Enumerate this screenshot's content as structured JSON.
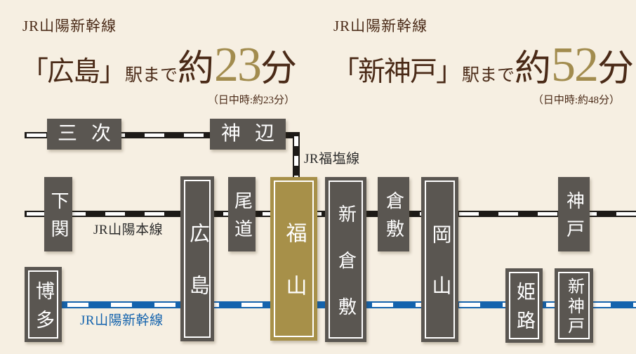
{
  "headers": {
    "left": {
      "line_name": "JR山陽新幹線",
      "station": "「広島」",
      "to": "駅まで",
      "approx": "約",
      "minutes": "23",
      "unit": "分",
      "note": "（日中時:約23分）"
    },
    "right": {
      "line_name": "JR山陽新幹線",
      "station": "「新神戸」",
      "to": "駅まで",
      "approx": "約",
      "minutes": "52",
      "unit": "分",
      "note": "（日中時:約48分）"
    }
  },
  "lines": {
    "fukuen": "JR福塩線",
    "sanyo_main": "JR山陽本線",
    "shinkansen": "JR山陽新幹線"
  },
  "stations": {
    "miyoshi": "三次",
    "kannabe": "神辺",
    "shimonoseki": "下関",
    "hiroshima": "広島",
    "onomichi": "尾道",
    "fukuyama": "福山",
    "shinkurashiki": "新倉敷",
    "kurashiki": "倉敷",
    "okayama": "岡山",
    "kobe": "神戸",
    "hakata": "博多",
    "himeji": "姫路",
    "shinkobe": "新神戸"
  },
  "routes": {
    "fukuen_line": [
      "三次",
      "神辺",
      "福山"
    ],
    "sanyo_main_line": [
      "下関",
      "広島",
      "尾道",
      "福山",
      "新倉敷",
      "倉敷",
      "岡山",
      "神戸"
    ],
    "sanyo_shinkansen_line": [
      "博多",
      "広島",
      "福山",
      "新倉敷",
      "岡山",
      "姫路",
      "新神戸"
    ]
  },
  "colors": {
    "background": "#f6efe2",
    "box_dark": "#5a5651",
    "box_gold_highlight": "#a79049",
    "rail_black": "#1d1a17",
    "rail_blue": "#1463ad",
    "header_brown": "#4a2a17",
    "accent_gold_number": "#a28c4e"
  }
}
